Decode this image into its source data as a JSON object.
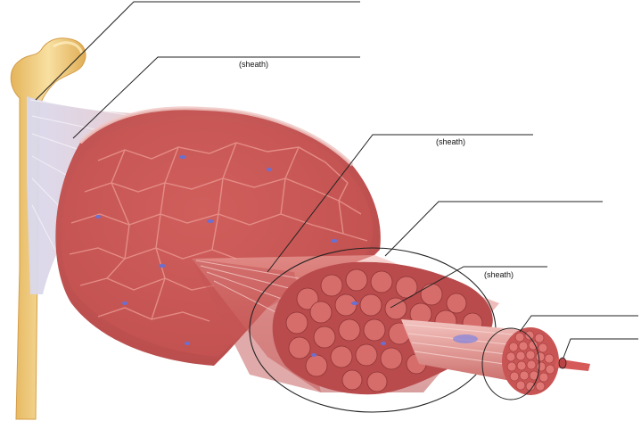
{
  "diagram": {
    "labels": [
      {
        "id": "epimysium",
        "text": "(sheath)"
      },
      {
        "id": "perimysium",
        "text": "(sheath)"
      },
      {
        "id": "endomysium",
        "text": "(sheath)"
      }
    ]
  },
  "colors": {
    "muscle": "#c95454",
    "muscle_light": "#e48c84",
    "muscle_dark": "#a63c3e",
    "tendon": "#f0d4d0",
    "bone": "#f2cf7e",
    "nucleus": "#6b6fd0",
    "leader_line": "#222222"
  }
}
